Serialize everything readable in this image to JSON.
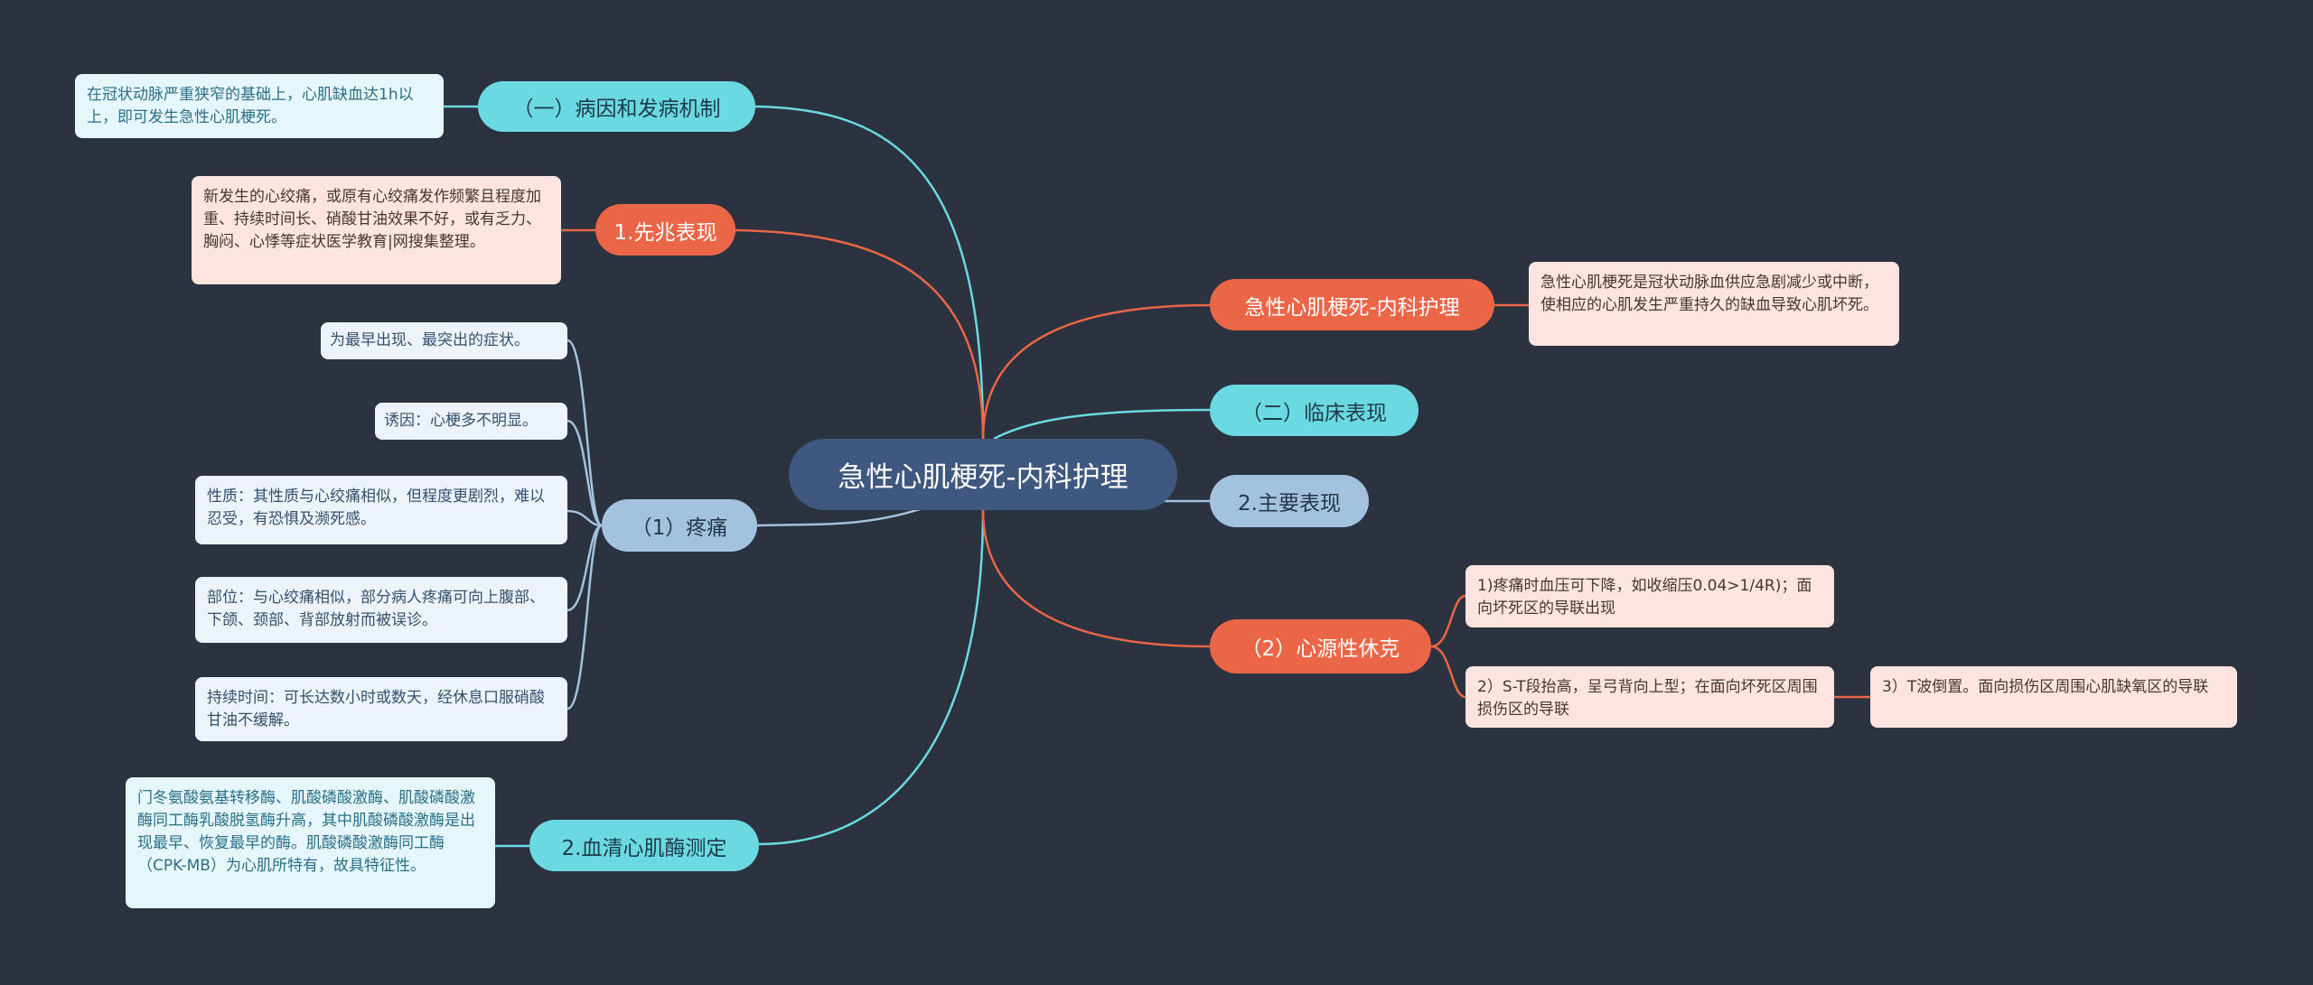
{
  "colors": {
    "background": "#2b3240",
    "central": "#3f5880",
    "cyan": "#6ad9e1",
    "orange": "#eb6647",
    "slate": "#a2c2de"
  },
  "central": {
    "label": "急性心肌梗死-内科护理"
  },
  "left": {
    "cause": {
      "label": "（一）病因和发病机制",
      "text": "在冠状动脉严重狭窄的基础上，心肌缺血达1h以上，即可发生急性心肌梗死。"
    },
    "prodrome": {
      "label": "1.先兆表现",
      "text": "新发生的心绞痛，或原有心绞痛发作频繁且程度加重、持续时间长、硝酸甘油效果不好，或有乏力、胸闷、心悸等症状医学教育|网搜集整理。"
    },
    "pain": {
      "label": "（1）疼痛",
      "items": [
        "为最早出现、最突出的症状。",
        "诱因：心梗多不明显。",
        "性质：其性质与心绞痛相似，但程度更剧烈，难以忍受，有恐惧及濒死感。",
        "部位：与心绞痛相似，部分病人疼痛可向上腹部、下颌、颈部、背部放射而被误诊。",
        "持续时间：可长达数小时或数天，经休息口服硝酸甘油不缓解。"
      ]
    },
    "enzyme": {
      "label": "2.血清心肌酶测定",
      "text": "门冬氨酸氨基转移酶、肌酸磷酸激酶、肌酸磷酸激酶同工酶乳酸脱氢酶升高，其中肌酸磷酸激酶是出现最早、恢复最早的酶。肌酸磷酸激酶同工酶（CPK-MB）为心肌所特有，故具特征性。"
    }
  },
  "right": {
    "definition": {
      "label": "急性心肌梗死-内科护理",
      "text": "急性心肌梗死是冠状动脉血供应急剧减少或中断，使相应的心肌发生严重持久的缺血导致心肌坏死。"
    },
    "clinical": {
      "label": "（二）临床表现"
    },
    "main": {
      "label": "2.主要表现"
    },
    "shock": {
      "label": "（2）心源性休克",
      "items": [
        "1)疼痛时血压可下降，如收缩压0.04>1/4R)；面向坏死区的导联出现",
        "2）S-T段抬高，呈弓背向上型；在面向坏死区周围损伤区的导联"
      ],
      "sub": "3）T波倒置。面向损伤区周围心肌缺氧区的导联"
    }
  }
}
